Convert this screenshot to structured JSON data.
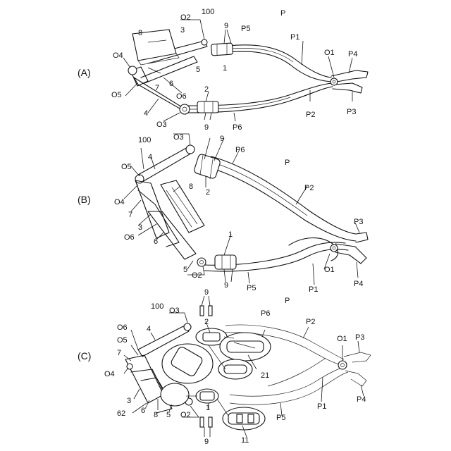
{
  "views": [
    {
      "id": "A",
      "caption": "(A)",
      "labels": [
        "100",
        "P",
        "O2",
        "3",
        "8",
        "9",
        "P5",
        "P1",
        "O1",
        "P4",
        "5",
        "1",
        "O4",
        "6",
        "7",
        "O5",
        "O6",
        "2",
        "4",
        "P2",
        "P3",
        "O3",
        "9",
        "P6"
      ]
    },
    {
      "id": "B",
      "caption": "(B)",
      "labels": [
        "100",
        "O3",
        "9",
        "P6",
        "P",
        "O5",
        "4",
        "2",
        "P2",
        "8",
        "O4",
        "7",
        "3",
        "P3",
        "O6",
        "6",
        "1",
        "5",
        "O2",
        "9",
        "O1",
        "P5",
        "P1",
        "P4"
      ]
    },
    {
      "id": "C",
      "caption": "(C)",
      "labels": [
        "9",
        "100",
        "P",
        "O3",
        "2",
        "P6",
        "P2",
        "O6",
        "4",
        "O1",
        "P3",
        "O5",
        "7",
        "21",
        "O4",
        "3",
        "P1",
        "62",
        "6",
        "8",
        "5",
        "O2",
        "1",
        "P4",
        "P5",
        "9",
        "11"
      ]
    }
  ]
}
